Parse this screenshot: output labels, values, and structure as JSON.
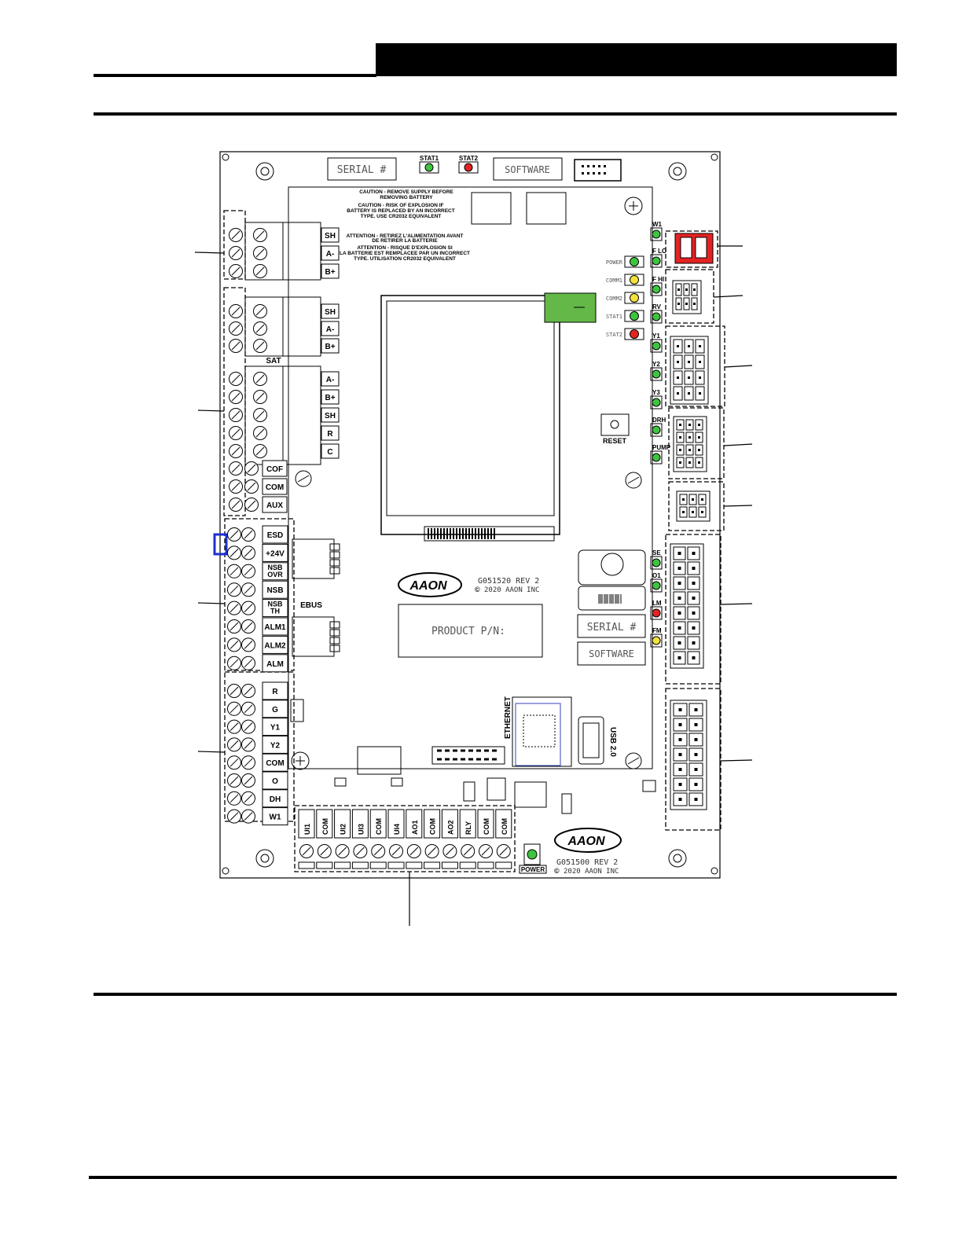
{
  "page": {
    "silk_serial": "SERIAL #",
    "silk_software": "SOFTWARE",
    "stat1": "STAT1",
    "stat2": "STAT2",
    "caution_lines": [
      "CAUTION - REMOVE SUPPLY BEFORE",
      "REMOVING BATTERY",
      "CAUTION - RISK OF EXPLOSION IF",
      "BATTERY IS REPLACED BY AN INCORRECT",
      "TYPE. USE CR2032 EQUIVALENT",
      "ATTENTION - RETIREZ L'ALIMENTATION AVANT",
      "DE RETIRER LA BATTERIE",
      "ATTENTION - RISQUE D'EXPLOSION SI",
      "LA BATTERIE EST REMPLACEE PAR UN INCORRECT",
      "TYPE. UTILISATION CR2032 EQUIVALENT"
    ],
    "status_leds": [
      {
        "label": "POWER",
        "color": "#3ec43e"
      },
      {
        "label": "COMM1",
        "color": "#f2e23a"
      },
      {
        "label": "COMM2",
        "color": "#f2e23a"
      },
      {
        "label": "STAT1",
        "color": "#3ec43e"
      },
      {
        "label": "STAT2",
        "color": "#e52222"
      }
    ],
    "j5_labels": [
      "SH",
      "A-",
      "B+"
    ],
    "j7_labels": [
      "SH",
      "A-",
      "B+"
    ],
    "sat_label": "SAT",
    "j8_labels": [
      "A-",
      "B+",
      "SH",
      "R",
      "C"
    ],
    "cof_labels": [
      "COF",
      "COM",
      "AUX"
    ],
    "esd_labels": [
      "ESD",
      "+24V",
      "NSB OVR",
      "NSB",
      "NSB TH",
      "ALM1",
      "ALM2",
      "ALM"
    ],
    "ebus": "EBUS",
    "thermo_labels": [
      "R",
      "G",
      "Y1",
      "Y2",
      "COM",
      "O",
      "DH",
      "W1"
    ],
    "bottom_labels": [
      "UI1",
      "COM",
      "UI2",
      "UI3",
      "COM",
      "UI4",
      "AO1",
      "COM",
      "AO2",
      "RLY",
      "COM",
      "COM"
    ],
    "right_leds": [
      "W1",
      "F LO",
      "F HI",
      "RV",
      "Y1",
      "Y2",
      "Y3",
      "DRH",
      "PUMP",
      "SE",
      "O1",
      "LM",
      "FM"
    ],
    "reset": "RESET",
    "brand": "AAON",
    "rev_top": "G051520 REV 2",
    "copy_top": "2020 AAON INC",
    "product_pn": "PRODUCT P/N:",
    "ethernet": "ETHERNET",
    "usb": "USB 2.0",
    "power": "POWER",
    "rev_bottom": "G051500 REV 2",
    "copy_bottom": "2020 AAON INC"
  }
}
